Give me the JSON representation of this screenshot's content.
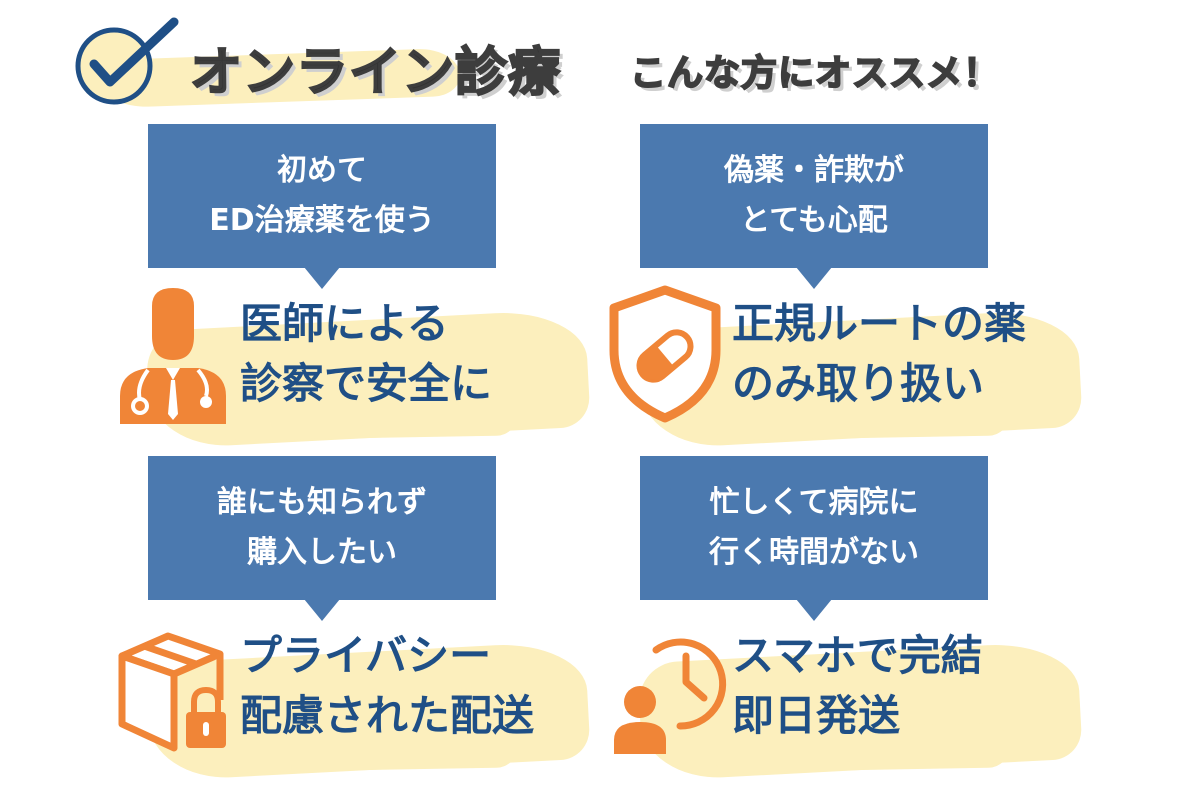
{
  "header": {
    "title_main": "オンライン診療",
    "title_sub": "こんな方にオススメ！"
  },
  "cards": [
    {
      "concern_lines": [
        "初めて",
        "ED治療薬を使う"
      ],
      "benefit_lines": [
        "医師による",
        "診察で安全に"
      ],
      "icon": "doctor-icon"
    },
    {
      "concern_lines": [
        "偽薬・詐欺が",
        "とても心配"
      ],
      "benefit_lines": [
        "正規ルートの薬",
        "のみ取り扱い"
      ],
      "icon": "shield-pill-icon"
    },
    {
      "concern_lines": [
        "誰にも知られず",
        "購入したい"
      ],
      "benefit_lines": [
        "プライバシー",
        "配慮された配送"
      ],
      "icon": "box-lock-icon"
    },
    {
      "concern_lines": [
        "忙しくて病院に",
        "行く時間がない"
      ],
      "benefit_lines": [
        "スマホで完結",
        "即日発送"
      ],
      "icon": "clock-person-icon"
    }
  ],
  "colors": {
    "bubble_blue": "#4b79af",
    "benefit_text": "#1f4f86",
    "icon_orange": "#f08537",
    "highlight_yellow": "#fcefbd",
    "title_text": "#333333"
  }
}
